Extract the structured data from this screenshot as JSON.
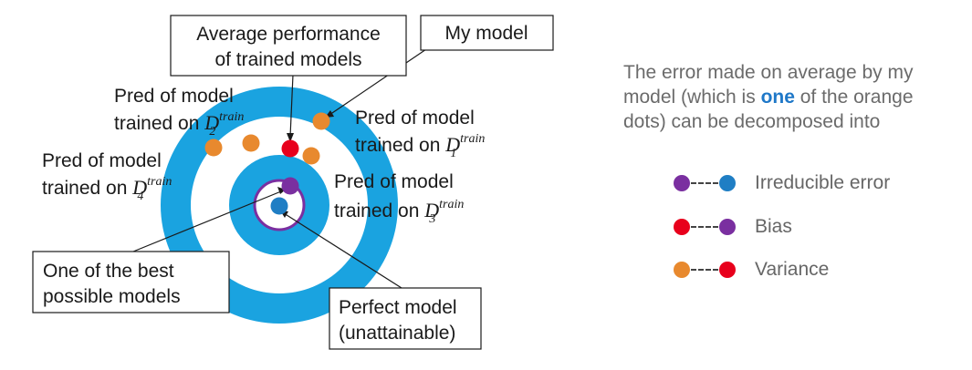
{
  "labels": {
    "average_box": [
      "Average performance",
      "of trained models"
    ],
    "my_model_box": "My model",
    "pred_prefix": "Pred of model",
    "trained_on": "trained on",
    "d_letter": "D",
    "train_sup": "train",
    "sub1": "1",
    "sub2": "2",
    "sub3": "3",
    "sub4": "4",
    "best_box": [
      "One of the best",
      "possible models"
    ],
    "perfect_box": [
      "Perfect model",
      "(unattainable)"
    ]
  },
  "side_text": {
    "before": "The error made on average by my model (which is ",
    "highlight": "one",
    "after": " of the orange dots) can be decomposed into"
  },
  "legend": [
    {
      "left_color": "#7a2fa0",
      "right_color": "#1f7ec4",
      "label": "Irreducible error"
    },
    {
      "left_color": "#e8001c",
      "right_color": "#7a2fa0",
      "label": "Bias"
    },
    {
      "left_color": "#e8892e",
      "right_color": "#e8001c",
      "label": "Variance"
    }
  ],
  "colors": {
    "ring_blue": "#1aa3e0",
    "orange": "#e8892e",
    "red": "#e8001c",
    "purple": "#7a2fa0",
    "blue_dot": "#1f7ec4",
    "highlight": "#1f78c8"
  }
}
